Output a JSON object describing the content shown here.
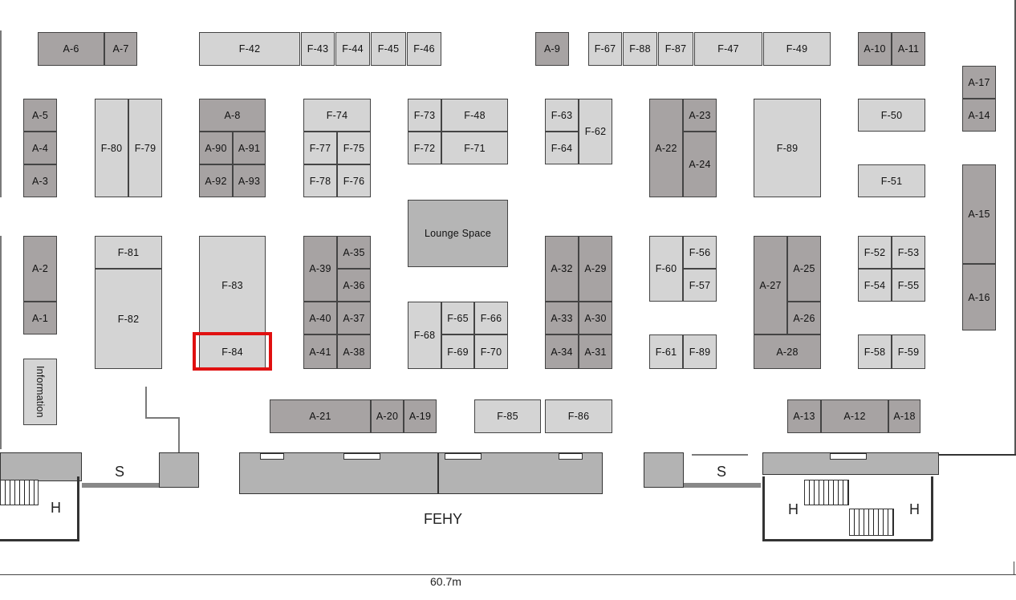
{
  "map": {
    "booths": [
      {
        "id": "A-6",
        "tone": "dk"
      },
      {
        "id": "A-7",
        "tone": "dk"
      },
      {
        "id": "F-42",
        "tone": "lt"
      },
      {
        "id": "F-43",
        "tone": "lt"
      },
      {
        "id": "F-44",
        "tone": "lt"
      },
      {
        "id": "F-45",
        "tone": "lt"
      },
      {
        "id": "F-46",
        "tone": "lt"
      },
      {
        "id": "A-9",
        "tone": "dk"
      },
      {
        "id": "F-67",
        "tone": "lt"
      },
      {
        "id": "F-88",
        "tone": "lt"
      },
      {
        "id": "F-87",
        "tone": "lt"
      },
      {
        "id": "F-47",
        "tone": "lt"
      },
      {
        "id": "F-49",
        "tone": "lt"
      },
      {
        "id": "A-10",
        "tone": "dk"
      },
      {
        "id": "A-11",
        "tone": "dk"
      },
      {
        "id": "A-17",
        "tone": "dk"
      },
      {
        "id": "A-14",
        "tone": "dk"
      },
      {
        "id": "A-5",
        "tone": "dk"
      },
      {
        "id": "A-4",
        "tone": "dk"
      },
      {
        "id": "A-3",
        "tone": "dk"
      },
      {
        "id": "F-80",
        "tone": "lt"
      },
      {
        "id": "F-79",
        "tone": "lt"
      },
      {
        "id": "A-8",
        "tone": "dk"
      },
      {
        "id": "A-90",
        "tone": "dk"
      },
      {
        "id": "A-91",
        "tone": "dk"
      },
      {
        "id": "A-92",
        "tone": "dk"
      },
      {
        "id": "A-93",
        "tone": "dk"
      },
      {
        "id": "F-74",
        "tone": "lt"
      },
      {
        "id": "F-77",
        "tone": "lt"
      },
      {
        "id": "F-75",
        "tone": "lt"
      },
      {
        "id": "F-78",
        "tone": "lt"
      },
      {
        "id": "F-76",
        "tone": "lt"
      },
      {
        "id": "F-73",
        "tone": "lt"
      },
      {
        "id": "F-48",
        "tone": "lt"
      },
      {
        "id": "F-72",
        "tone": "lt"
      },
      {
        "id": "F-71",
        "tone": "lt"
      },
      {
        "id": "F-63",
        "tone": "lt"
      },
      {
        "id": "F-62",
        "tone": "lt"
      },
      {
        "id": "F-64",
        "tone": "lt"
      },
      {
        "id": "A-22",
        "tone": "dk"
      },
      {
        "id": "A-23",
        "tone": "dk"
      },
      {
        "id": "A-24",
        "tone": "dk"
      },
      {
        "id": "F-89",
        "tone": "lt"
      },
      {
        "id": "F-50",
        "tone": "lt"
      },
      {
        "id": "F-51",
        "tone": "lt"
      },
      {
        "id": "A-15",
        "tone": "dk"
      },
      {
        "id": "A-16",
        "tone": "dk"
      },
      {
        "id": "A-2",
        "tone": "dk"
      },
      {
        "id": "A-1",
        "tone": "dk"
      },
      {
        "id": "Information",
        "tone": "lt",
        "vertical": true
      },
      {
        "id": "F-81",
        "tone": "lt"
      },
      {
        "id": "F-82",
        "tone": "lt"
      },
      {
        "id": "F-83",
        "tone": "lt"
      },
      {
        "id": "F-84",
        "tone": "lt"
      },
      {
        "id": "A-39",
        "tone": "dk"
      },
      {
        "id": "A-35",
        "tone": "dk"
      },
      {
        "id": "A-36",
        "tone": "dk"
      },
      {
        "id": "A-40",
        "tone": "dk"
      },
      {
        "id": "A-37",
        "tone": "dk"
      },
      {
        "id": "A-41",
        "tone": "dk"
      },
      {
        "id": "A-38",
        "tone": "dk"
      },
      {
        "id": "Lounge Space",
        "tone": "lounge"
      },
      {
        "id": "F-68",
        "tone": "lt"
      },
      {
        "id": "F-65",
        "tone": "lt"
      },
      {
        "id": "F-66",
        "tone": "lt"
      },
      {
        "id": "F-69",
        "tone": "lt"
      },
      {
        "id": "F-70",
        "tone": "lt"
      },
      {
        "id": "A-32",
        "tone": "dk"
      },
      {
        "id": "A-29",
        "tone": "dk"
      },
      {
        "id": "A-33",
        "tone": "dk"
      },
      {
        "id": "A-30",
        "tone": "dk"
      },
      {
        "id": "A-34",
        "tone": "dk"
      },
      {
        "id": "A-31",
        "tone": "dk"
      },
      {
        "id": "F-60",
        "tone": "lt"
      },
      {
        "id": "F-56",
        "tone": "lt"
      },
      {
        "id": "F-57",
        "tone": "lt"
      },
      {
        "id": "F-61",
        "tone": "lt"
      },
      {
        "id": "F-89",
        "tone": "lt"
      },
      {
        "id": "A-27",
        "tone": "dk"
      },
      {
        "id": "A-25",
        "tone": "dk"
      },
      {
        "id": "A-26",
        "tone": "dk"
      },
      {
        "id": "A-28",
        "tone": "dk"
      },
      {
        "id": "F-52",
        "tone": "lt"
      },
      {
        "id": "F-53",
        "tone": "lt"
      },
      {
        "id": "F-54",
        "tone": "lt"
      },
      {
        "id": "F-55",
        "tone": "lt"
      },
      {
        "id": "F-58",
        "tone": "lt"
      },
      {
        "id": "F-59",
        "tone": "lt"
      },
      {
        "id": "A-21",
        "tone": "dk"
      },
      {
        "id": "A-20",
        "tone": "dk"
      },
      {
        "id": "A-19",
        "tone": "dk"
      },
      {
        "id": "F-85",
        "tone": "lt"
      },
      {
        "id": "F-86",
        "tone": "lt"
      },
      {
        "id": "A-13",
        "tone": "dk"
      },
      {
        "id": "A-12",
        "tone": "dk"
      },
      {
        "id": "A-18",
        "tone": "dk"
      }
    ],
    "highlighted_booth": "F-84",
    "highlight_color": "#e01010",
    "labels": {
      "s_left": "S",
      "s_right": "S",
      "h_left": "H",
      "h_mid": "H",
      "h_right": "H",
      "entrance": "FEHY",
      "width": "60.7m"
    }
  }
}
